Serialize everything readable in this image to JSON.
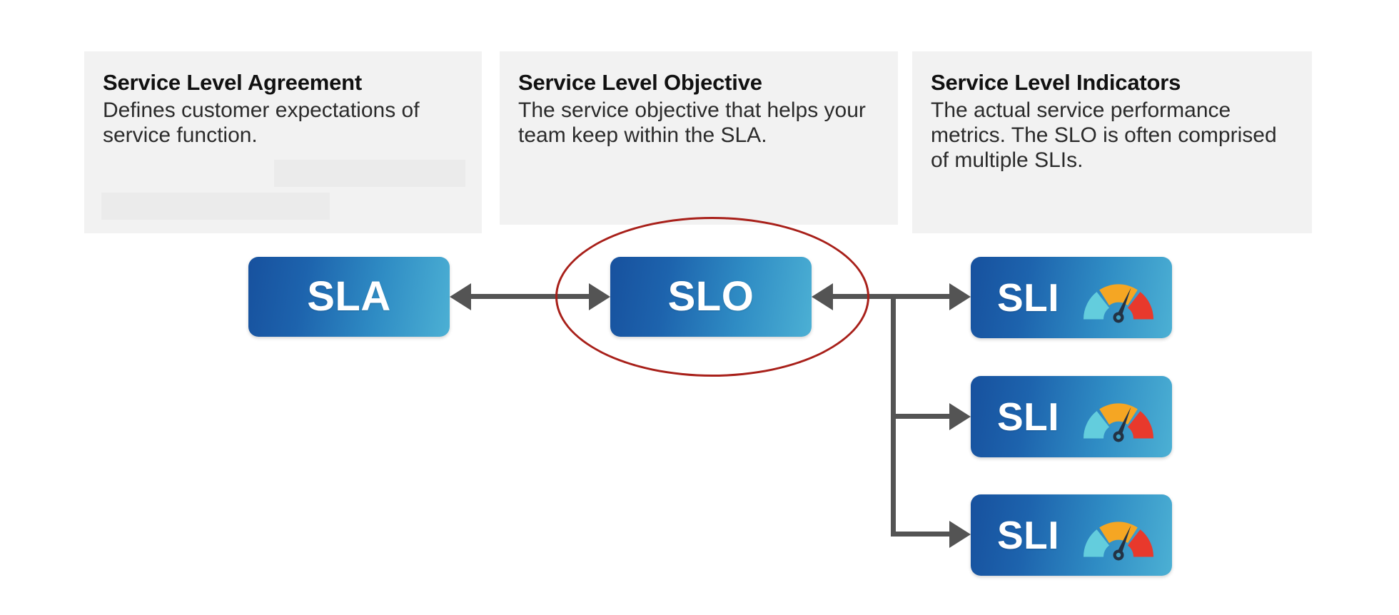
{
  "diagram": {
    "type": "flow-diagram",
    "title": "SLA / SLO / SLI relationship diagram",
    "background_color": "#ffffff",
    "cards": [
      {
        "id": "sla",
        "title": "Service Level Agreement",
        "body": "Defines customer expectations of service function.",
        "background_color": "#f2f2f2",
        "has_redaction_blocks": true
      },
      {
        "id": "slo",
        "title": "Service Level Objective",
        "body": "The service objective that helps your team keep within the SLA.",
        "background_color": "#f2f2f2",
        "has_redaction_blocks": false
      },
      {
        "id": "sli",
        "title": "Service Level Indicators",
        "body": "The actual service performance metrics. The SLO is often comprised of multiple SLIs.",
        "background_color": "#f2f2f2",
        "has_redaction_blocks": false
      }
    ],
    "nodes": [
      {
        "id": "sla",
        "label": "SLA",
        "gradient_from": "#17519e",
        "gradient_to": "#4cb0d4",
        "has_gauge_icon": false
      },
      {
        "id": "slo",
        "label": "SLO",
        "gradient_from": "#17519e",
        "gradient_to": "#4cb0d4",
        "has_gauge_icon": false,
        "highlighted": true
      },
      {
        "id": "sli-1",
        "label": "SLI",
        "gradient_from": "#17519e",
        "gradient_to": "#4cb0d4",
        "has_gauge_icon": true
      },
      {
        "id": "sli-2",
        "label": "SLI",
        "gradient_from": "#17519e",
        "gradient_to": "#4cb0d4",
        "has_gauge_icon": true
      },
      {
        "id": "sli-3",
        "label": "SLI",
        "gradient_from": "#17519e",
        "gradient_to": "#4cb0d4",
        "has_gauge_icon": true
      }
    ],
    "connectors": [
      {
        "from": "sla",
        "to": "slo",
        "style": "double-headed-arrow",
        "color": "#545454"
      },
      {
        "from": "slo",
        "to": "sli-1",
        "style": "arrow",
        "color": "#545454"
      },
      {
        "from": "slo",
        "to": "sli-2",
        "style": "arrow",
        "color": "#545454"
      },
      {
        "from": "slo",
        "to": "sli-3",
        "style": "arrow",
        "color": "#545454"
      }
    ],
    "annotation": {
      "shape": "ellipse",
      "target": "slo",
      "stroke_color": "#a8201a",
      "stroke_width": 3
    },
    "gauge": {
      "segments": [
        {
          "name": "low",
          "color": "#63cddd"
        },
        {
          "name": "medium",
          "color": "#f5a623"
        },
        {
          "name": "high",
          "color": "#e8392c"
        }
      ],
      "needle_color": "#233244",
      "needle_position": "medium-high"
    }
  }
}
